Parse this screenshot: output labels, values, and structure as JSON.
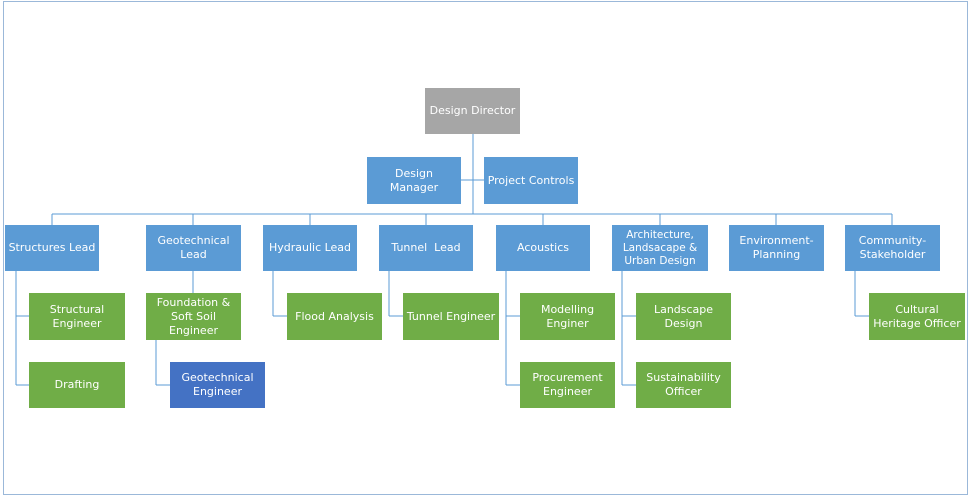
{
  "org_chart": {
    "director": "Design Director",
    "assistants": {
      "design_manager": "Design Manager",
      "project_controls": "Project Controls"
    },
    "leads": {
      "structures": "Structures Lead",
      "geotechnical": "Geotechnical Lead",
      "hydraulic": "Hydraulic Lead",
      "tunnel": "Tunnel  Lead",
      "acoustics": "Acoustics",
      "architecture": "Architecture, Landsacape & Urban Design",
      "environment": "Environment-Planning",
      "community": "Community-Stakeholder"
    },
    "roles": {
      "structural_engineer": "Structural Engineer",
      "drafting": "Drafting",
      "foundation_soft_soil": "Foundation & Soft Soil Engineer",
      "geotechnical_engineer": "Geotechnical Engineer",
      "flood_analysis": "Flood Analysis",
      "tunnel_engineer": "Tunnel Engineer",
      "modelling_engineer": "Modelling Enginer",
      "procurement_engineer": "Procurement Engineer",
      "landscape_design": "Landscape Design",
      "sustainability_officer": "Sustainability Officer",
      "cultural_heritage_officer": "Cultural Heritage Officer"
    },
    "colors": {
      "director": "#a6a6a6",
      "manager": "#5b9bd5",
      "staff": "#70ad47",
      "sub_staff": "#4472c4",
      "connector": "#5b9bd5"
    }
  }
}
